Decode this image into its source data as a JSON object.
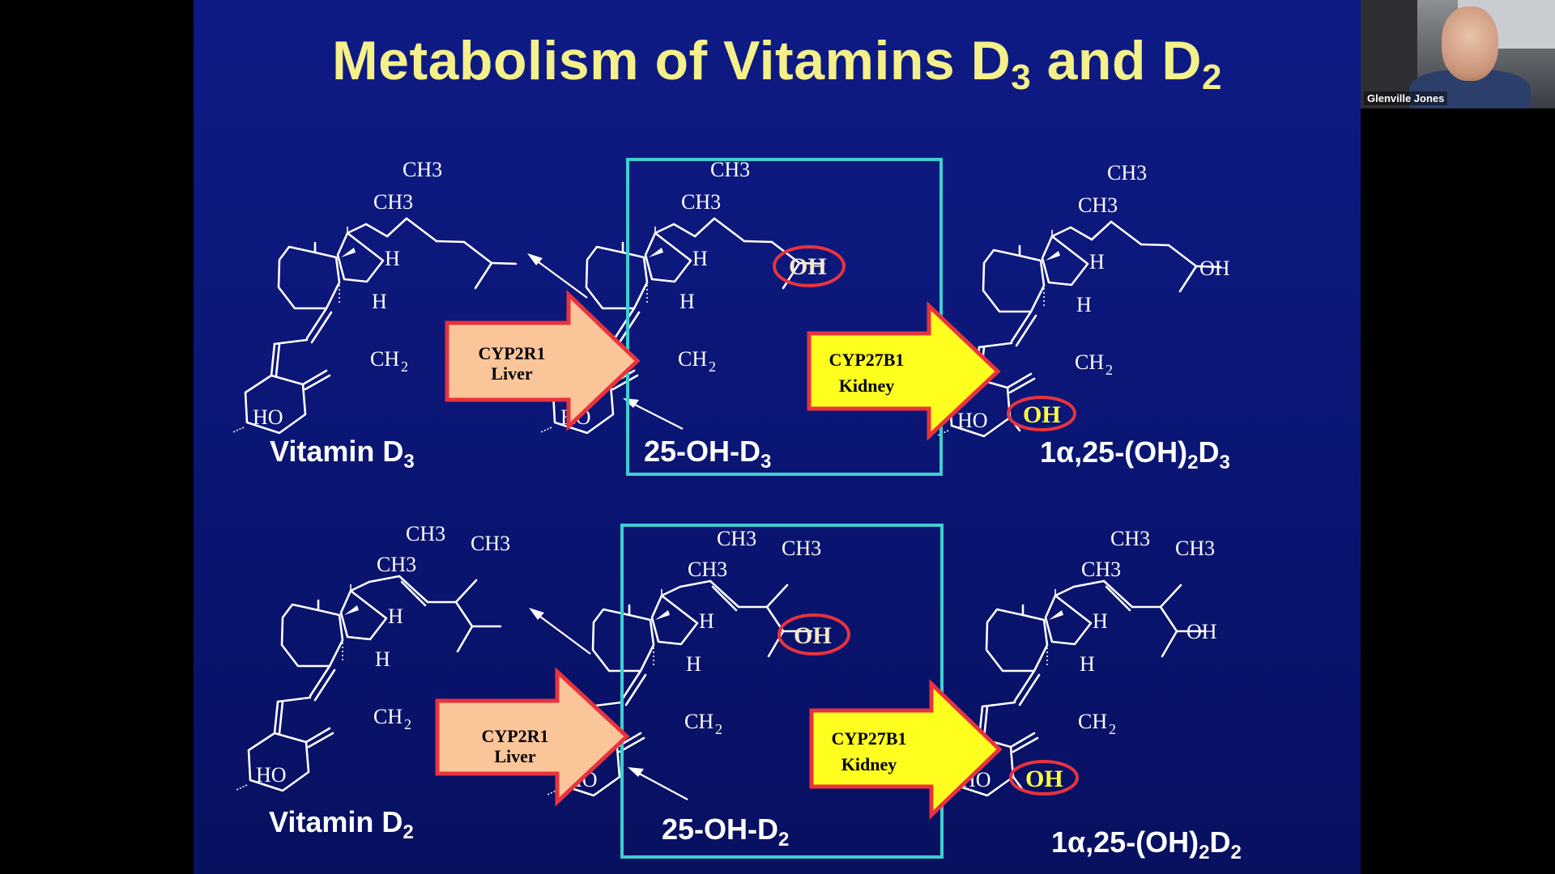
{
  "slide": {
    "title_main": "Metabolism of Vitamins D",
    "title_sub1": "3",
    "title_and": " and D",
    "title_sub2": "2"
  },
  "atoms": {
    "ch3": "CH3",
    "ch2": "CH",
    "two": "2",
    "h": "H",
    "ho": "HO",
    "oh": "OH"
  },
  "enzymes": {
    "liver_name": "CYP2R1",
    "liver_organ": "Liver",
    "kidney_name": "CYP27B1",
    "kidney_organ": "Kidney"
  },
  "compounds": {
    "vitd3": {
      "text": "Vitamin D",
      "sub": "3"
    },
    "oh_d3": {
      "text": "25-OH-D",
      "sub": "3"
    },
    "dihydroxy_d3": {
      "text": "1α,25-(OH)",
      "sub1": "2",
      "mid": "D",
      "sub2": "3"
    },
    "vitd2": {
      "text": "Vitamin D",
      "sub": "2"
    },
    "oh_d2": {
      "text": "25-OH-D",
      "sub": "2"
    },
    "dihydroxy_d2": {
      "text": "1α,25-(OH)",
      "sub1": "2",
      "mid": "D",
      "sub2": "2"
    }
  },
  "video": {
    "participant_name": "Glenville Jones"
  },
  "colors": {
    "slide_background": "#0a1573",
    "title": "#f4f08a",
    "box": "#3ecfcf",
    "liver_arrow": "#fbc59a",
    "kidney_arrow": "#ffff1f",
    "highlight_red": "#e8333d"
  }
}
